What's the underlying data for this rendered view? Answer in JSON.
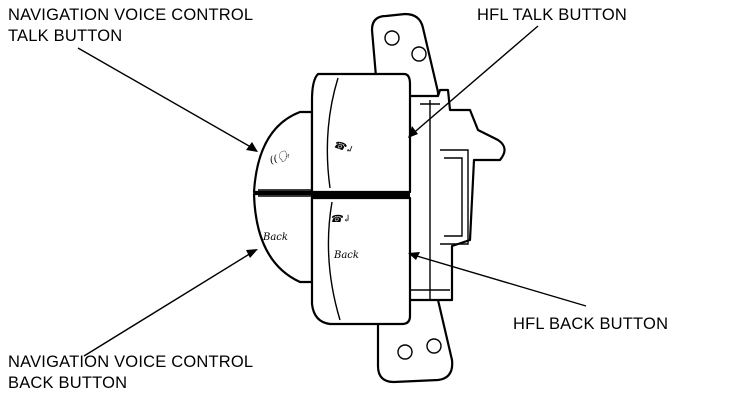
{
  "labels": {
    "nav_talk": [
      "NAVIGATION VOICE CONTROL",
      "TALK BUTTON"
    ],
    "hfl_talk": "HFL TALK BUTTON",
    "hfl_back": "HFL BACK BUTTON",
    "nav_back": [
      "NAVIGATION VOICE CONTROL",
      "BACK BUTTON"
    ]
  },
  "button_marks": {
    "back": "Back"
  }
}
